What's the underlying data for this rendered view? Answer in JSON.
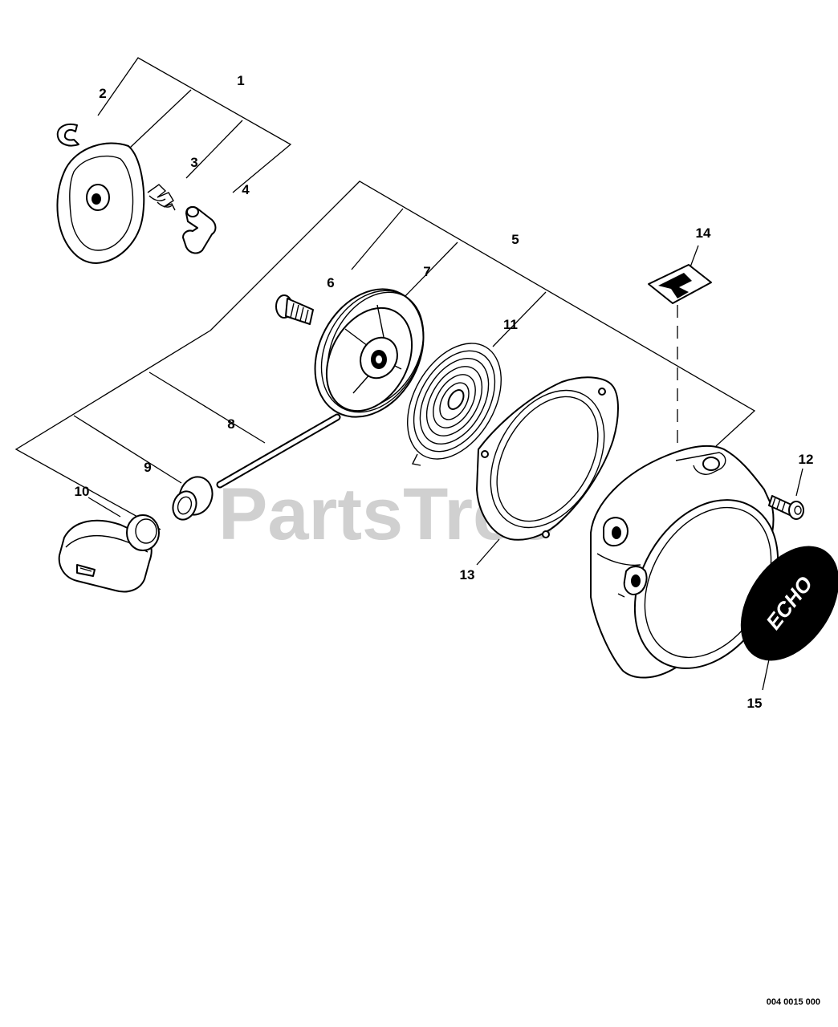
{
  "watermark": "PartsTree",
  "diagram_code": "004 0015 000",
  "logo_text": "ECHO",
  "callouts": [
    {
      "id": "1",
      "label": "1"
    },
    {
      "id": "2",
      "label": "2"
    },
    {
      "id": "3",
      "label": "3"
    },
    {
      "id": "4",
      "label": "4"
    },
    {
      "id": "5",
      "label": "5"
    },
    {
      "id": "6",
      "label": "6"
    },
    {
      "id": "7",
      "label": "7"
    },
    {
      "id": "8",
      "label": "8"
    },
    {
      "id": "9",
      "label": "9"
    },
    {
      "id": "10",
      "label": "10"
    },
    {
      "id": "11",
      "label": "11"
    },
    {
      "id": "12",
      "label": "12"
    },
    {
      "id": "13",
      "label": "13"
    },
    {
      "id": "14",
      "label": "14"
    },
    {
      "id": "15",
      "label": "15"
    }
  ]
}
